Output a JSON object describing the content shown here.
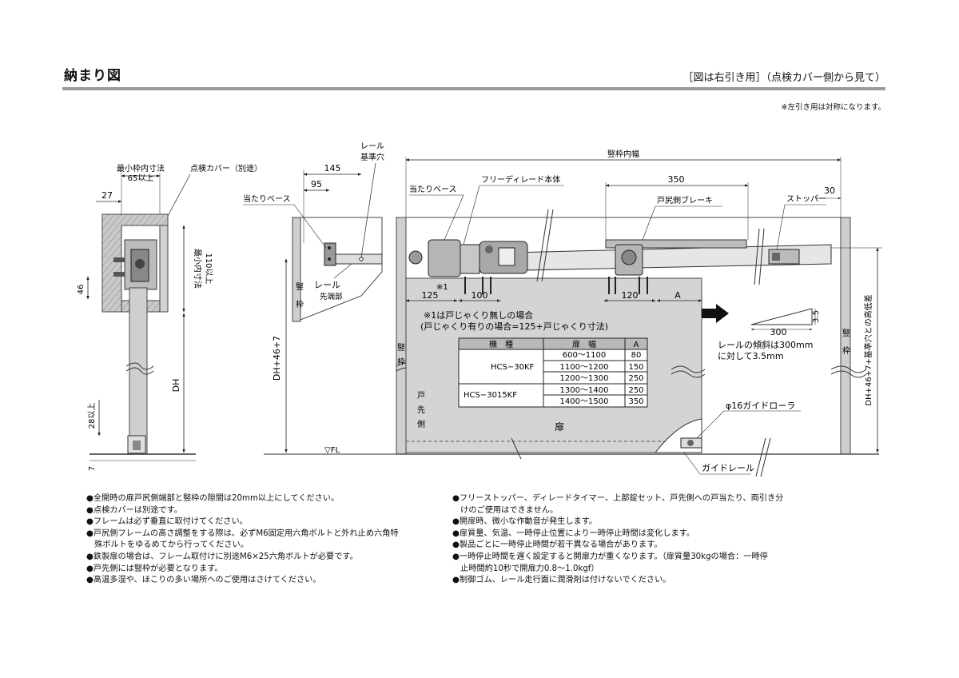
{
  "header": {
    "title": "納まり図",
    "view_note": "［図は右引き用］（点検カバー側から見て）",
    "symmetry_note": "※左引き用は対称になります。"
  },
  "section_view": {
    "min_frame_inner_label": "最小枠内寸法",
    "min_frame_inner_value": "65以上",
    "inspection_cover": "点検カバー（別途）",
    "dim_27": "27",
    "dim_46": "46",
    "min_inner_height_1": "最小内寸法",
    "min_inner_height_2": "110以上",
    "dh": "DH",
    "dim_28": "28以上",
    "dim_7": "7"
  },
  "rail_end_view": {
    "rail_ref_hole_1": "レール",
    "rail_ref_hole_2": "基準穴",
    "dim_145": "145",
    "dim_95": "95",
    "stop_base": "当たりベース",
    "rail_tip_1": "レール",
    "rail_tip_2": "先端部",
    "frame_v1": "竪",
    "frame_v2": "枠",
    "dh_plus": "DH+46+7",
    "fl": "▽FL"
  },
  "front_view": {
    "frame_inner_width": "竪枠内幅",
    "stop_base": "当たりベース",
    "free_delay_body": "フリーディレード本体",
    "dim_350": "350",
    "dim_30": "30",
    "door_end_brake": "戸尻側ブレーキ",
    "stopper": "ストッパー",
    "note_mark": "※1",
    "dim_125": "125",
    "dim_100": "100",
    "dim_120": "120",
    "dim_a": "A",
    "note1_line1": "※1は戸じゃくり無しの場合",
    "note1_line2": "(戸じゃくり有りの場合=125+戸じゃくり寸法)",
    "frame_left_1": "竪",
    "frame_left_2": "枠",
    "frame_right_1": "竪",
    "frame_right_2": "枠",
    "door_tip_1": "戸",
    "door_tip_2": "先",
    "door_tip_3": "側",
    "door": "扉",
    "slope_35": "3.5",
    "slope_300": "300",
    "slope_note_1": "レールの傾斜は300mm",
    "slope_note_2": "に対して3.5mm",
    "guide_roller": "φ16ガイドローラ",
    "guide_rail": "ガイドレール",
    "right_height": "DH+46+7+基準穴との高低差"
  },
  "table": {
    "headers": [
      "機　種",
      "扉　幅",
      "A"
    ],
    "models": [
      "HCS−30KF",
      "HCS−3015KF"
    ],
    "rows": [
      {
        "width": "600〜1100",
        "a": "80"
      },
      {
        "width": "1100〜1200",
        "a": "150"
      },
      {
        "width": "1200〜1300",
        "a": "250"
      },
      {
        "width": "1300〜1400",
        "a": "250"
      },
      {
        "width": "1400〜1500",
        "a": "350"
      }
    ]
  },
  "notes_left": [
    "●全開時の扉戸尻側端部と竪枠の隙間は20mm以上にしてください。",
    "●点検カバーは別途です。",
    "●フレームは必ず垂直に取付けてください。",
    "●戸尻側フレームの高さ調整をする際は、必ずM6固定用六角ボルトと外れ止め六角特",
    "　殊ボルトをゆるめてから行ってください。",
    "●鉄製扉の場合は、フレーム取付けに別途M6×25六角ボルトが必要です。",
    "●戸先側には竪枠が必要となります。",
    "●高温多湿や、ほこりの多い場所へのご使用はさけてください。"
  ],
  "notes_right": [
    "●フリーストッパー、ディレードタイマー、上部錠セット、戸先側への戸当たり、両引き分",
    "　けのご使用はできません。",
    "●開扉時、微小な作動音が発生します。",
    "●扉質量、気温、一時停止位置により一時停止時間は変化します。",
    "●製品ごとに一時停止時間が若干異なる場合があります。",
    "●一時停止時間を遅く設定すると開扉力が重くなります。（扉質量30kgの場合：一時停",
    "　止時間約10秒で開扉力0.8〜1.0kgf）",
    "●制御ゴム、レール走行面に潤滑剤は付けないでください。"
  ]
}
